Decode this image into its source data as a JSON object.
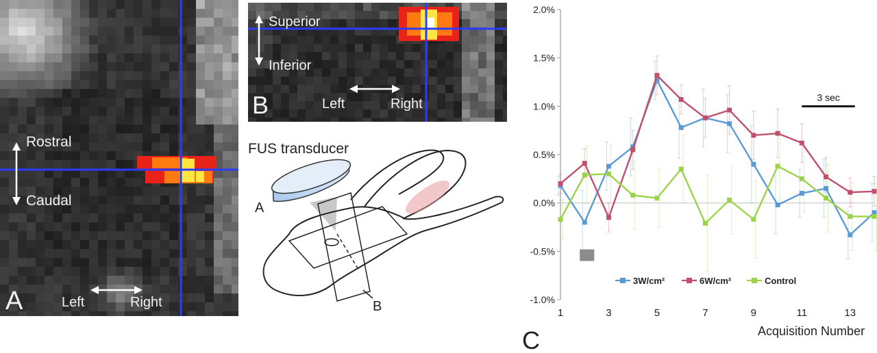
{
  "panel_a": {
    "letter": "A",
    "rostral": "Rostral",
    "caudal": "Caudal",
    "left": "Left",
    "right": "Right"
  },
  "panel_b": {
    "letter": "B",
    "superior": "Superior",
    "inferior": "Inferior",
    "left": "Left",
    "right": "Right"
  },
  "diagram": {
    "transducer_label": "FUS transducer",
    "plane_a": "A",
    "plane_b": "B"
  },
  "colors": {
    "crosshair": "#2a3cff",
    "hotspot_red": "#e8241a",
    "hotspot_orange": "#ff7a10",
    "hotspot_yellow": "#ffe640",
    "series_3w": "#5b9bd5",
    "series_6w": "#c0506c",
    "series_control": "#9bd44a"
  },
  "chart_data": {
    "type": "line",
    "panel_letter": "C",
    "xlabel": "Acquisition Number",
    "ylabel": "",
    "x": [
      1,
      2,
      3,
      4,
      5,
      6,
      7,
      8,
      9,
      10,
      11,
      12,
      13,
      14
    ],
    "x_tick_labels": [
      "1",
      "3",
      "5",
      "7",
      "9",
      "11",
      "13"
    ],
    "x_tick_values": [
      1,
      3,
      5,
      7,
      9,
      11,
      13
    ],
    "ylim": [
      -1.0,
      2.0
    ],
    "y_tick_values": [
      -1.0,
      -0.5,
      0.0,
      0.5,
      1.0,
      1.5,
      2.0
    ],
    "y_tick_labels": [
      "-1.0%",
      "-0.5%",
      "0.0%",
      "0.5%",
      "1.0%",
      "1.5%",
      "2.0%"
    ],
    "grid": false,
    "zero_line": true,
    "legend_position": "bottom-center",
    "series": [
      {
        "name": "3W/cm²",
        "color": "#5b9bd5",
        "values": [
          0.18,
          -0.2,
          0.38,
          0.58,
          1.27,
          0.78,
          0.88,
          0.82,
          0.4,
          -0.02,
          0.1,
          0.15,
          -0.33,
          -0.1
        ],
        "errors": [
          0.1,
          0.33,
          0.25,
          0.3,
          0.2,
          0.32,
          0.3,
          0.3,
          0.4,
          0.3,
          0.25,
          0.3,
          0.25,
          0.3
        ]
      },
      {
        "name": "6W/cm²",
        "color": "#c0506c",
        "values": [
          0.2,
          0.41,
          -0.15,
          0.55,
          1.32,
          1.07,
          0.88,
          0.96,
          0.7,
          0.72,
          0.62,
          0.27,
          0.11,
          0.12
        ],
        "errors": [
          0.1,
          0.15,
          0.15,
          0.2,
          0.2,
          0.15,
          0.2,
          0.25,
          0.25,
          0.25,
          0.2,
          0.2,
          0.15,
          0.15
        ]
      },
      {
        "name": "Control",
        "color": "#9bd44a",
        "values": [
          -0.17,
          0.29,
          0.3,
          0.08,
          0.05,
          0.35,
          -0.21,
          0.03,
          -0.17,
          0.38,
          0.25,
          0.05,
          -0.14,
          -0.14
        ],
        "errors": [
          0.2,
          0.3,
          0.3,
          0.35,
          0.3,
          0.35,
          0.5,
          0.35,
          0.4,
          0.35,
          0.35,
          0.35,
          0.35,
          0.35
        ]
      }
    ],
    "annotations": [
      {
        "label": "3 sec",
        "x_start": 11.0,
        "x_end": 13.2,
        "y": 1.0
      },
      {
        "label": "",
        "kind": "stimulus-marker",
        "x_start": 1.8,
        "x_end": 2.4,
        "y_start": -0.6,
        "y_end": -0.48
      }
    ]
  }
}
